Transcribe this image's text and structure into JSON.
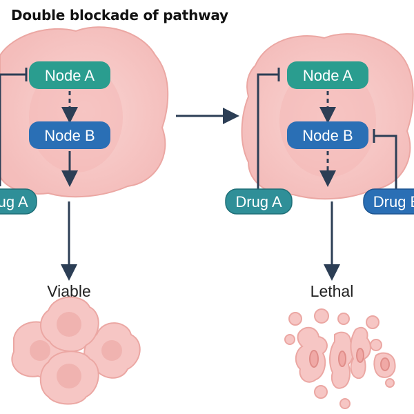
{
  "title": "Double blockade of pathway",
  "left_panel": {
    "node_a": "Node A",
    "node_b": "Node B",
    "drug_a": "Drug A",
    "outcome": "Viable"
  },
  "right_panel": {
    "node_a": "Node A",
    "node_b": "Node B",
    "drug_a": "Drug A",
    "drug_b": "Drug B",
    "outcome": "Lethal"
  },
  "colors": {
    "node_a": "#2a9d8f",
    "node_b": "#2a6fb5",
    "drug_a": "#2f8f98",
    "drug_b": "#2a6fb5",
    "cell_fill": "#f6c6c4",
    "cell_stroke": "#eba7a3",
    "arrow": "#2c3e55"
  }
}
